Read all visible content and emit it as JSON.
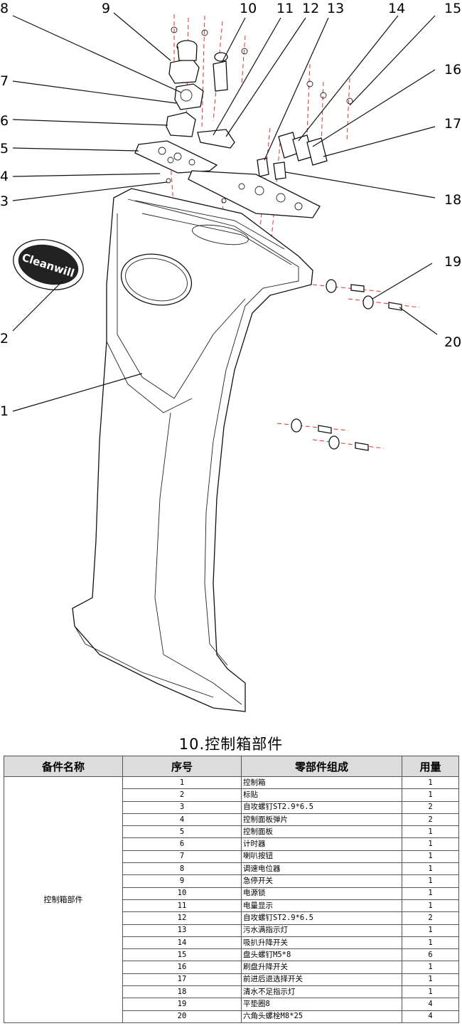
{
  "diagram": {
    "callouts": [
      "1",
      "2",
      "3",
      "4",
      "5",
      "6",
      "7",
      "8",
      "9",
      "10",
      "11",
      "12",
      "13",
      "14",
      "15",
      "16",
      "17",
      "18",
      "19",
      "20"
    ],
    "badge_text": "Cleanwill"
  },
  "section_title": "10.控制箱部件",
  "table": {
    "headers": [
      "备件名称",
      "序号",
      "零部件组成",
      "用量"
    ],
    "group_name": "控制箱部件",
    "rows": [
      {
        "no": "1",
        "name": "控制箱",
        "qty": "1"
      },
      {
        "no": "2",
        "name": "标贴",
        "qty": "1"
      },
      {
        "no": "3",
        "name": "自攻螺钉ST2.9*6.5",
        "qty": "2"
      },
      {
        "no": "4",
        "name": "控制面板弹片",
        "qty": "2"
      },
      {
        "no": "5",
        "name": "控制面板",
        "qty": "1"
      },
      {
        "no": "6",
        "name": "计时器",
        "qty": "1"
      },
      {
        "no": "7",
        "name": "喇叭按钮",
        "qty": "1"
      },
      {
        "no": "8",
        "name": "调速电位器",
        "qty": "1"
      },
      {
        "no": "9",
        "name": "急停开关",
        "qty": "1"
      },
      {
        "no": "10",
        "name": "电源锁",
        "qty": "1"
      },
      {
        "no": "11",
        "name": "电量显示",
        "qty": "1"
      },
      {
        "no": "12",
        "name": "自攻螺钉ST2.9*6.5",
        "qty": "2"
      },
      {
        "no": "13",
        "name": "污水满指示灯",
        "qty": "1"
      },
      {
        "no": "14",
        "name": "吸扒升降开关",
        "qty": "1"
      },
      {
        "no": "15",
        "name": "盘头螺钉M5*8",
        "qty": "6"
      },
      {
        "no": "16",
        "name": "刷盘升降开关",
        "qty": "1"
      },
      {
        "no": "17",
        "name": "前进后退选择开关",
        "qty": "1"
      },
      {
        "no": "18",
        "name": "清水不足指示灯",
        "qty": "1"
      },
      {
        "no": "19",
        "name": "平垫圈8",
        "qty": "4"
      },
      {
        "no": "20",
        "name": "六角头螺栓M8*25",
        "qty": "4"
      }
    ]
  }
}
